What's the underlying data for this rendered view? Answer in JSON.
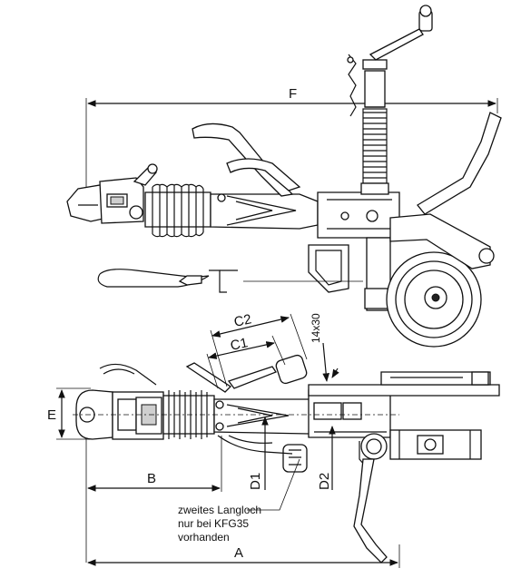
{
  "dimensions": {
    "F": "F",
    "A": "A",
    "B": "B",
    "E": "E",
    "C1": "C1",
    "C2": "C2",
    "D1": "D1",
    "D2": "D2",
    "slot": "14x30"
  },
  "note": {
    "line1": "zweites Langloch",
    "line2": "nur bei KFG35",
    "line3": "vorhanden"
  },
  "colors": {
    "line": "#111111",
    "fill": "#ffffff",
    "shade": "#cfcfcf"
  }
}
